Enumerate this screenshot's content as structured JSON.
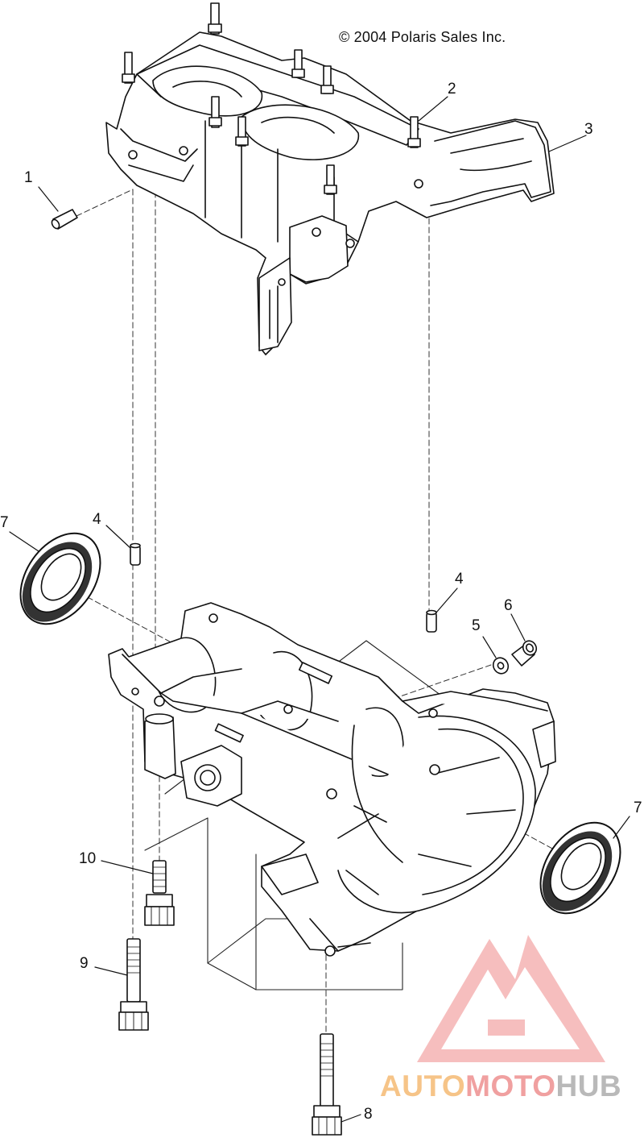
{
  "copyright": "© 2004 Polaris Sales Inc.",
  "callouts": [
    {
      "id": "1",
      "text": "1"
    },
    {
      "id": "2",
      "text": "2"
    },
    {
      "id": "3",
      "text": "3"
    },
    {
      "id": "4a",
      "text": "4"
    },
    {
      "id": "4b",
      "text": "4"
    },
    {
      "id": "5",
      "text": "5"
    },
    {
      "id": "6",
      "text": "6"
    },
    {
      "id": "7a",
      "text": "7"
    },
    {
      "id": "7b",
      "text": "7"
    },
    {
      "id": "8",
      "text": "8"
    },
    {
      "id": "9",
      "text": "9"
    },
    {
      "id": "10",
      "text": "10"
    }
  ],
  "watermark": {
    "part1": "AUTO",
    "part2": "MOTO",
    "part3": "HUB",
    "colors": {
      "orange": "#f6c488",
      "red": "#f0a0a0",
      "gray": "#b9b9b9"
    }
  }
}
